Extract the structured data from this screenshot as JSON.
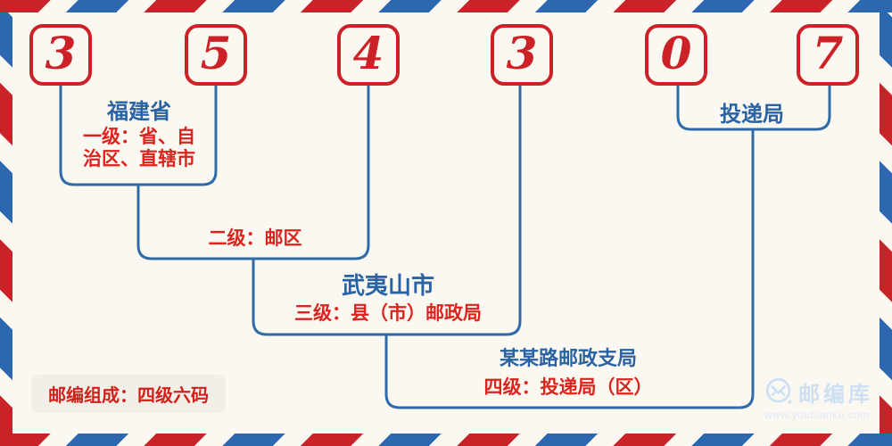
{
  "postal_code": {
    "digits": [
      "3",
      "5",
      "4",
      "3",
      "0",
      "7"
    ],
    "full": "354307"
  },
  "levels": {
    "level1": {
      "name": "福建省",
      "desc_lines": [
        "一级：省、自",
        "治区、直辖市"
      ],
      "desc_full": "一级：省、自治区、直辖市"
    },
    "level2": {
      "desc": "二级：邮区"
    },
    "level3": {
      "name": "武夷山市",
      "desc": "三级：县（市）邮政局"
    },
    "level4": {
      "name": "某某路邮政支局",
      "desc": "四级：投递局（区）"
    },
    "delivery": {
      "name": "投递局"
    }
  },
  "badge": {
    "text": "邮编组成：四级六码"
  },
  "watermark": {
    "brand": "邮编库",
    "url": "www.youbianku.com"
  },
  "colors": {
    "stripe_red": "#c9232a",
    "stripe_blue": "#2d67b0",
    "digit_red": "#cc2127",
    "red_text": "#dc231d",
    "blue_text": "#2a63a4",
    "blue_line": "#2f6ba8",
    "background": "#faf8f1",
    "badge_background": "#f2efe8",
    "watermark_blue": "#cddff3"
  }
}
